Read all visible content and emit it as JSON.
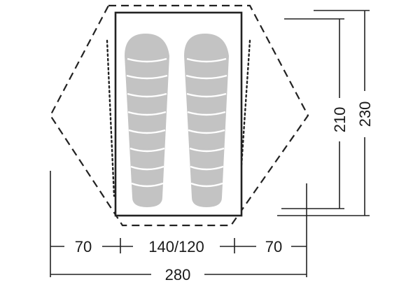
{
  "labels": {
    "vestibule_left": "70",
    "inner_width": "140/120",
    "vestibule_right": "70",
    "total_width": "280",
    "inner_length": "210",
    "total_length": "230"
  },
  "colors": {
    "lines": "#222222",
    "sleeping_bag": "#c3c3c3",
    "background": "#ffffff"
  }
}
